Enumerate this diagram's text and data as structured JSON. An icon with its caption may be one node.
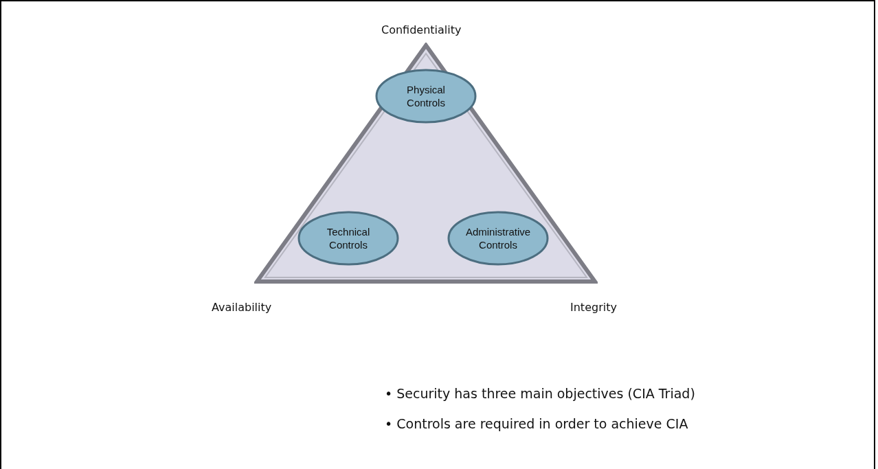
{
  "diagram": {
    "nodes": [
      {
        "text": [],
        "shape": "triangle"
      },
      {
        "text": [
          "Physical Controls"
        ],
        "in": 0
      },
      {
        "text": [
          "Technical Controls"
        ],
        "in": 0
      },
      {
        "text": [
          "Administrative Controls"
        ],
        "in": 0
      }
    ],
    "labels": [
      "Confidentiality",
      "Availability",
      "Integrity",
      "• Security has three main objectives (CIA Triad)",
      "• Controls are required in order to achieve CIA"
    ]
  }
}
